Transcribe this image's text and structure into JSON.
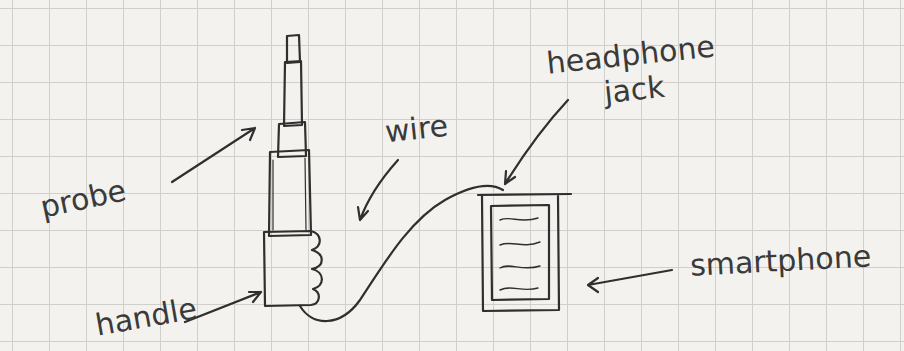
{
  "diagram": {
    "labels": [
      "probe",
      "wire",
      "headphone jack",
      "smartphone",
      "handle"
    ]
  }
}
